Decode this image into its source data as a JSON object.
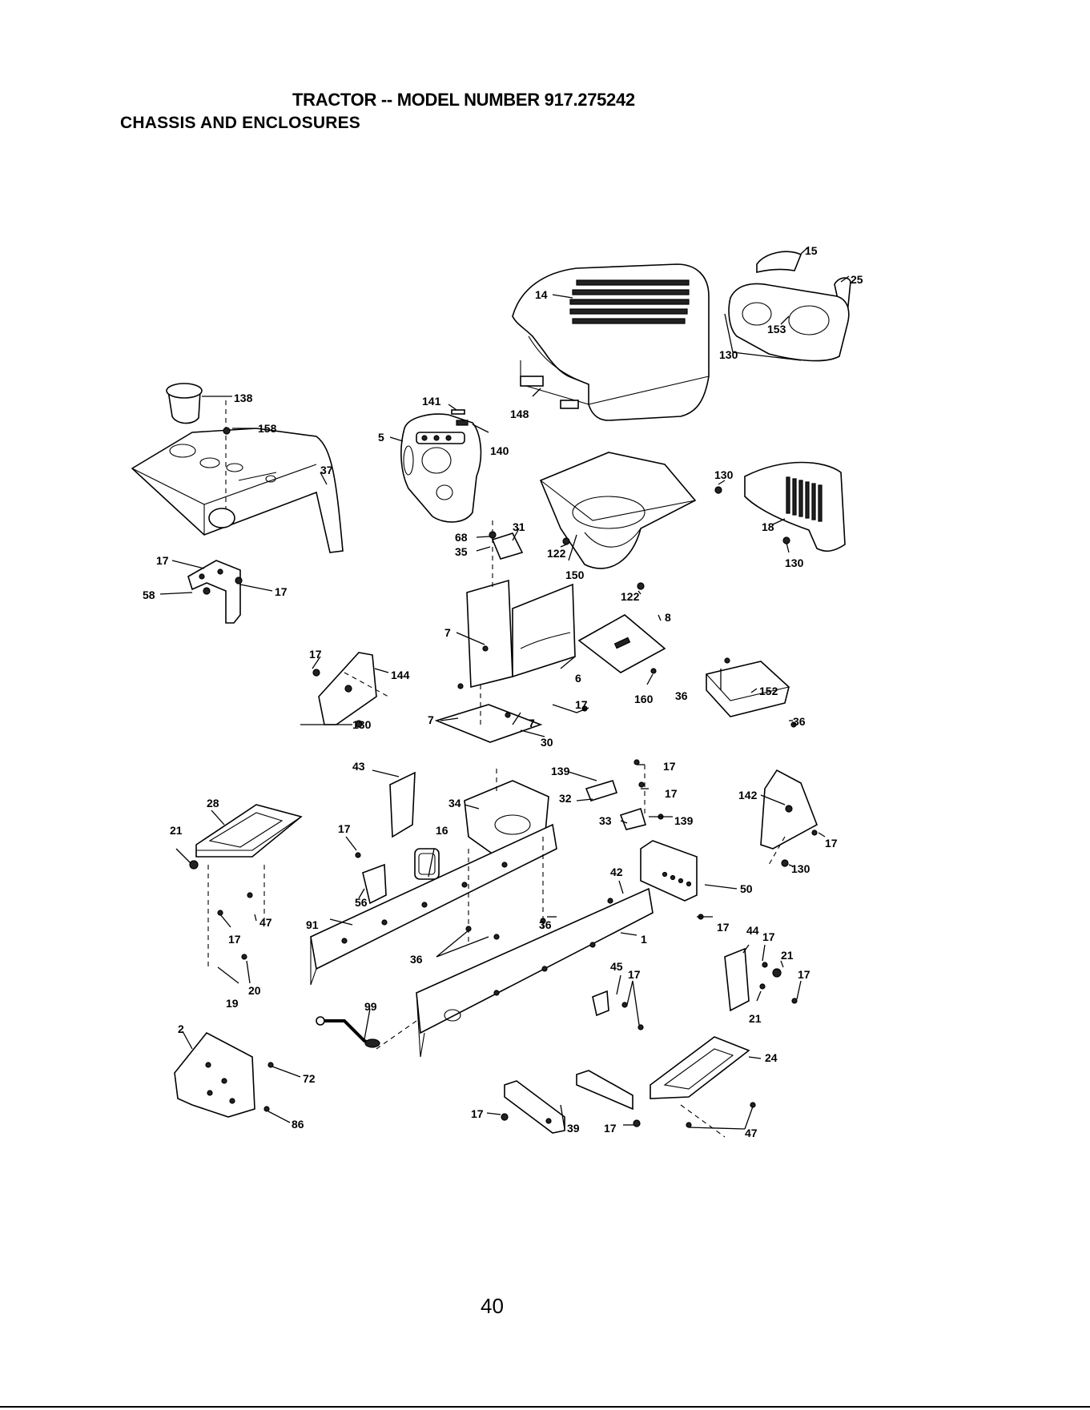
{
  "header": {
    "title": "TRACTOR -- MODEL NUMBER 917.275242",
    "subtitle": "CHASSIS AND ENCLOSURES"
  },
  "page_number": "40",
  "callouts": [
    {
      "id": "c-15",
      "label": "15"
    },
    {
      "id": "c-25",
      "label": "25"
    },
    {
      "id": "c-14",
      "label": "14"
    },
    {
      "id": "c-153",
      "label": "153"
    },
    {
      "id": "c-130a",
      "label": "130"
    },
    {
      "id": "c-138",
      "label": "138"
    },
    {
      "id": "c-141",
      "label": "141"
    },
    {
      "id": "c-148",
      "label": "148"
    },
    {
      "id": "c-158",
      "label": "158"
    },
    {
      "id": "c-5",
      "label": "5"
    },
    {
      "id": "c-140",
      "label": "140"
    },
    {
      "id": "c-37",
      "label": "37"
    },
    {
      "id": "c-130b",
      "label": "130"
    },
    {
      "id": "c-18",
      "label": "18"
    },
    {
      "id": "c-130c",
      "label": "130"
    },
    {
      "id": "c-68",
      "label": "68"
    },
    {
      "id": "c-31",
      "label": "31"
    },
    {
      "id": "c-35",
      "label": "35"
    },
    {
      "id": "c-122a",
      "label": "122"
    },
    {
      "id": "c-150",
      "label": "150"
    },
    {
      "id": "c-122b",
      "label": "122"
    },
    {
      "id": "c-17a",
      "label": "17"
    },
    {
      "id": "c-17b",
      "label": "17"
    },
    {
      "id": "c-58",
      "label": "58"
    },
    {
      "id": "c-8",
      "label": "8"
    },
    {
      "id": "c-7a",
      "label": "7"
    },
    {
      "id": "c-17c",
      "label": "17"
    },
    {
      "id": "c-144",
      "label": "144"
    },
    {
      "id": "c-6",
      "label": "6"
    },
    {
      "id": "c-7b",
      "label": "7"
    },
    {
      "id": "c-160",
      "label": "160"
    },
    {
      "id": "c-36a",
      "label": "36"
    },
    {
      "id": "c-152",
      "label": "152"
    },
    {
      "id": "c-36b",
      "label": "36"
    },
    {
      "id": "c-130d",
      "label": "130"
    },
    {
      "id": "c-7c",
      "label": "7"
    },
    {
      "id": "c-17d",
      "label": "17"
    },
    {
      "id": "c-30",
      "label": "30"
    },
    {
      "id": "c-43",
      "label": "43"
    },
    {
      "id": "c-139a",
      "label": "139"
    },
    {
      "id": "c-17e",
      "label": "17"
    },
    {
      "id": "c-17f",
      "label": "17"
    },
    {
      "id": "c-32",
      "label": "32"
    },
    {
      "id": "c-28",
      "label": "28"
    },
    {
      "id": "c-34",
      "label": "34"
    },
    {
      "id": "c-142",
      "label": "142"
    },
    {
      "id": "c-33",
      "label": "33"
    },
    {
      "id": "c-139b",
      "label": "139"
    },
    {
      "id": "c-17g",
      "label": "17"
    },
    {
      "id": "c-21a",
      "label": "21"
    },
    {
      "id": "c-17h",
      "label": "17"
    },
    {
      "id": "c-16",
      "label": "16"
    },
    {
      "id": "c-130e",
      "label": "130"
    },
    {
      "id": "c-42",
      "label": "42"
    },
    {
      "id": "c-50",
      "label": "50"
    },
    {
      "id": "c-56",
      "label": "56"
    },
    {
      "id": "c-47a",
      "label": "47"
    },
    {
      "id": "c-91",
      "label": "91"
    },
    {
      "id": "c-36c",
      "label": "36"
    },
    {
      "id": "c-17i",
      "label": "17"
    },
    {
      "id": "c-44",
      "label": "44"
    },
    {
      "id": "c-17j",
      "label": "17"
    },
    {
      "id": "c-17k",
      "label": "17"
    },
    {
      "id": "c-1",
      "label": "1"
    },
    {
      "id": "c-21b",
      "label": "21"
    },
    {
      "id": "c-36d",
      "label": "36"
    },
    {
      "id": "c-45",
      "label": "45"
    },
    {
      "id": "c-17l",
      "label": "17"
    },
    {
      "id": "c-17m",
      "label": "17"
    },
    {
      "id": "c-20",
      "label": "20"
    },
    {
      "id": "c-19",
      "label": "19"
    },
    {
      "id": "c-21c",
      "label": "21"
    },
    {
      "id": "c-99",
      "label": "99"
    },
    {
      "id": "c-2",
      "label": "2"
    },
    {
      "id": "c-24",
      "label": "24"
    },
    {
      "id": "c-72",
      "label": "72"
    },
    {
      "id": "c-86",
      "label": "86"
    },
    {
      "id": "c-17n",
      "label": "17"
    },
    {
      "id": "c-39",
      "label": "39"
    },
    {
      "id": "c-17o",
      "label": "17"
    },
    {
      "id": "c-47b",
      "label": "47"
    }
  ]
}
